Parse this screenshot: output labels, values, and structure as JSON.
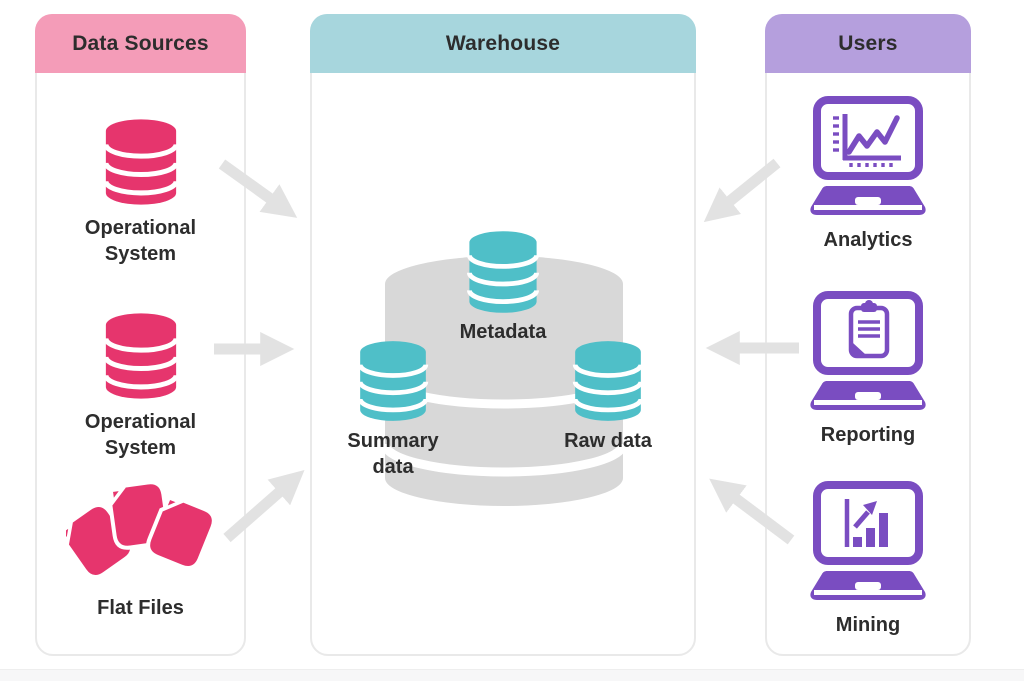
{
  "colors": {
    "pink_header": "#f49cb8",
    "teal_header": "#a7d6dd",
    "purple_header": "#b59fdd",
    "pink_icon": "#e6356d",
    "teal_icon": "#4fbfc8",
    "purple_icon": "#7a4dc1",
    "arrow_gray": "#e2e2e2",
    "cylinder_gray": "#d8d8d8",
    "text_dark": "#2d2d2d",
    "panel_border": "#e9e9e9"
  },
  "columns": [
    {
      "title": "Data Sources",
      "items": [
        {
          "icon": "database-icon",
          "label": "Operational System"
        },
        {
          "icon": "database-icon",
          "label": "Operational System"
        },
        {
          "icon": "flat-files-icon",
          "label": "Flat Files"
        }
      ]
    },
    {
      "title": "Warehouse",
      "items": [
        {
          "icon": "database-icon",
          "label": "Metadata"
        },
        {
          "icon": "database-icon",
          "label": "Summary data"
        },
        {
          "icon": "database-icon",
          "label": "Raw data"
        }
      ]
    },
    {
      "title": "Users",
      "items": [
        {
          "icon": "analytics-laptop-icon",
          "label": "Analytics"
        },
        {
          "icon": "reporting-laptop-icon",
          "label": "Reporting"
        },
        {
          "icon": "mining-laptop-icon",
          "label": "Mining"
        }
      ]
    }
  ],
  "arrows": [
    {
      "from": "Operational System (top)",
      "to": "Warehouse",
      "direction": "down-right"
    },
    {
      "from": "Operational System (middle)",
      "to": "Warehouse",
      "direction": "right"
    },
    {
      "from": "Flat Files",
      "to": "Warehouse",
      "direction": "up-right"
    },
    {
      "from": "Analytics",
      "to": "Warehouse",
      "direction": "down-left"
    },
    {
      "from": "Reporting",
      "to": "Warehouse",
      "direction": "left"
    },
    {
      "from": "Mining",
      "to": "Warehouse",
      "direction": "up-left"
    }
  ]
}
